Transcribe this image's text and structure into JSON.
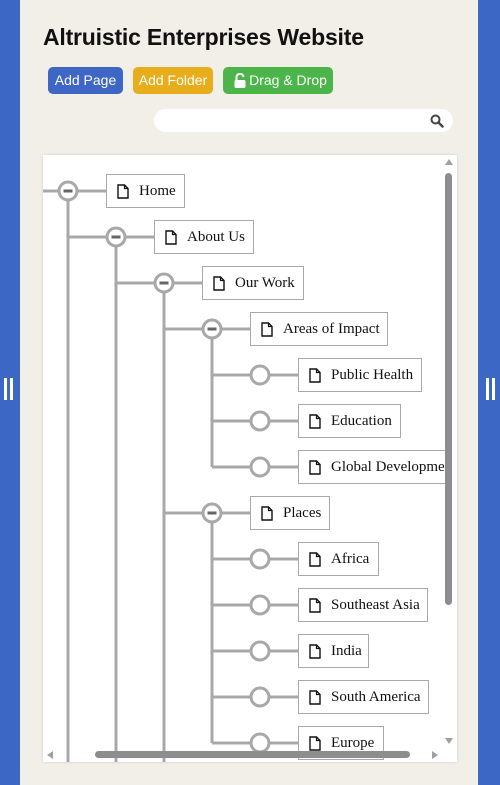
{
  "title": "Altruistic Enterprises Website",
  "toolbar": {
    "add_page": "Add Page",
    "add_folder": "Add Folder",
    "drag_drop": "Drag & Drop"
  },
  "search": {
    "placeholder": "",
    "value": ""
  },
  "colors": {
    "frame": "#3d67c4",
    "add_page": "#3e66c4",
    "add_folder": "#e8ad1b",
    "drag_drop": "#4cb54a"
  },
  "tree": [
    {
      "label": "Home",
      "level": 0,
      "state": "expanded"
    },
    {
      "label": "About Us",
      "level": 1,
      "state": "expanded"
    },
    {
      "label": "Our Work",
      "level": 2,
      "state": "expanded"
    },
    {
      "label": "Areas of Impact",
      "level": 3,
      "state": "expanded"
    },
    {
      "label": "Public Health",
      "level": 4,
      "state": "leaf"
    },
    {
      "label": "Education",
      "level": 4,
      "state": "leaf"
    },
    {
      "label": "Global Developme",
      "level": 4,
      "state": "leaf"
    },
    {
      "label": "Places",
      "level": 3,
      "state": "expanded"
    },
    {
      "label": "Africa",
      "level": 4,
      "state": "leaf"
    },
    {
      "label": "Southeast Asia",
      "level": 4,
      "state": "leaf"
    },
    {
      "label": "India",
      "level": 4,
      "state": "leaf"
    },
    {
      "label": "South America",
      "level": 4,
      "state": "leaf"
    },
    {
      "label": "Europe",
      "level": 4,
      "state": "leaf"
    }
  ]
}
